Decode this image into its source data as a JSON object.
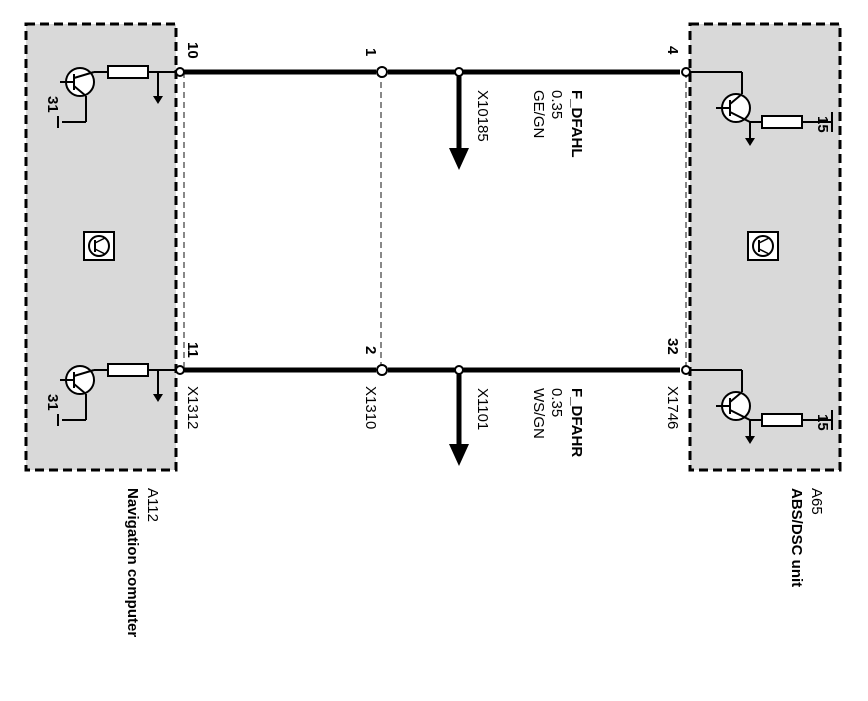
{
  "modules": {
    "left": {
      "id": "A112",
      "name": "Navigation computer",
      "ground_pin_top": "31",
      "ground_pin_bottom": "31"
    },
    "right": {
      "id": "A65",
      "name": "ABS/DSC unit",
      "supply_pin_top": "15",
      "supply_pin_bottom": "15"
    }
  },
  "connectors": {
    "left": {
      "id": "X1312",
      "pin_top": "10",
      "pin_bottom": "11"
    },
    "middle": {
      "id": "X1310",
      "pin_top": "1",
      "pin_bottom": "2"
    },
    "right": {
      "id": "X1746",
      "pin_top": "4",
      "pin_bottom": "32"
    }
  },
  "wires": {
    "top": {
      "signal": "F_DFAHL",
      "size": "0.35",
      "color": "GE/GN",
      "branch": "X10185"
    },
    "bottom": {
      "signal": "F_DFAHR",
      "size": "0.35",
      "color": "WS/GN",
      "branch": "X1101"
    }
  }
}
